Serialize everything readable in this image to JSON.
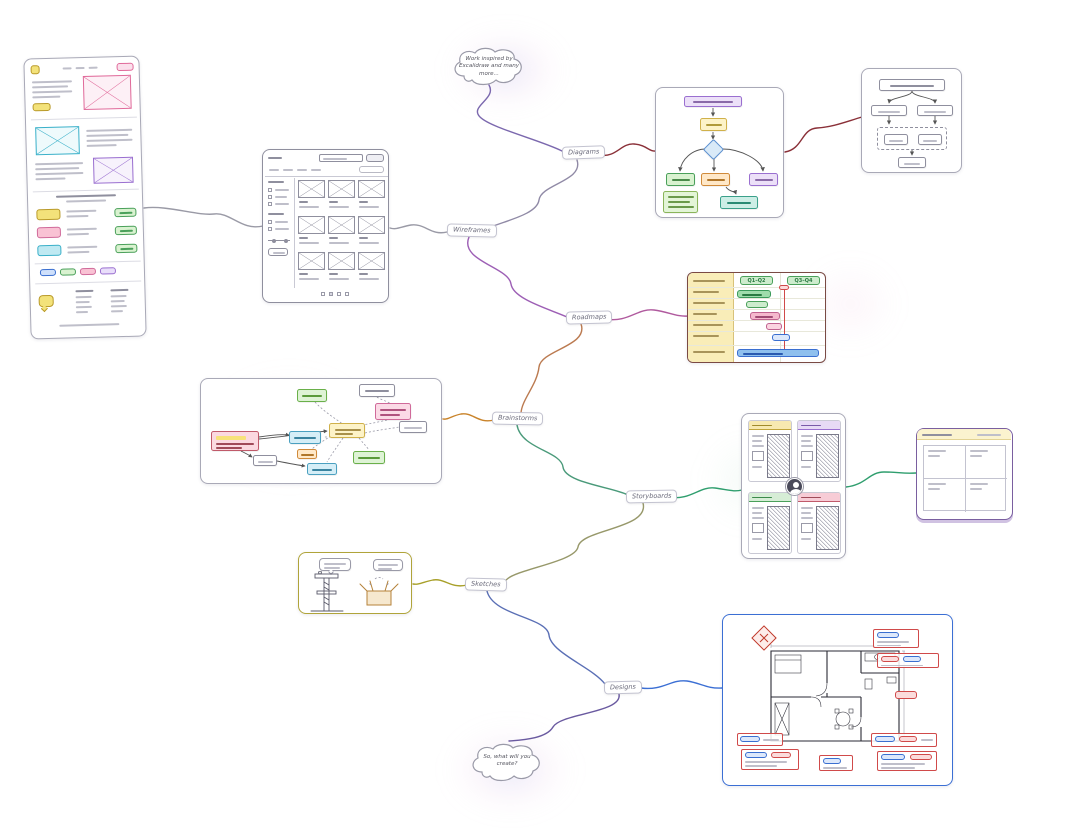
{
  "clouds": {
    "top": {
      "line1": "Work inspired by",
      "line2": "Excalidraw and many",
      "line3": "more..."
    },
    "bottom": {
      "line1": "So, what will you",
      "line2": "create?"
    }
  },
  "branches": {
    "diagrams": {
      "label": "Diagrams",
      "color": "#8a3038"
    },
    "wireframes": {
      "label": "Wireframes",
      "color": "#8e8e9c"
    },
    "roadmaps": {
      "label": "Roadmaps",
      "color": "#a85aa8"
    },
    "brainstorms": {
      "label": "Brainstorms",
      "color": "#c9832a"
    },
    "storyboards": {
      "label": "Storyboards",
      "color": "#2f9e6e"
    },
    "sketches": {
      "label": "Sketches",
      "color": "#a8a02a"
    },
    "designs": {
      "label": "Designs",
      "color": "#3b6fd4"
    }
  },
  "gantt": {
    "quarter1": "Q1–Q2",
    "quarter2": "Q3–Q4"
  }
}
